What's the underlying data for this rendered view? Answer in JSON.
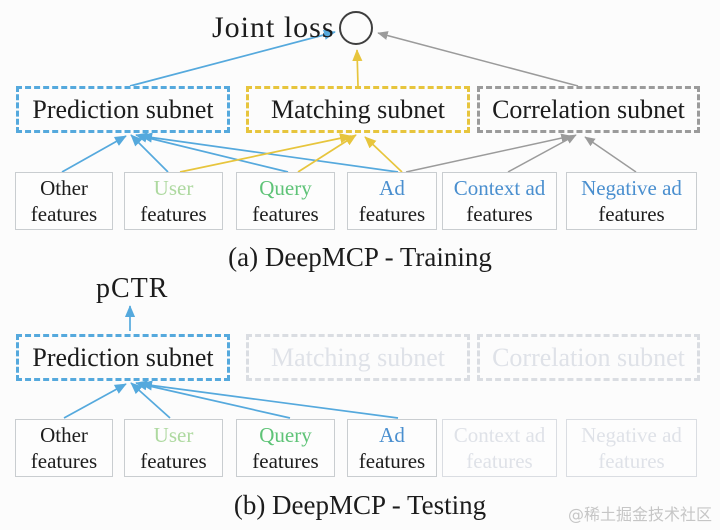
{
  "labels": {
    "joint_loss": "Joint loss",
    "pctr": "pCTR",
    "features_word": "features",
    "caption_training": "(a) DeepMCP - Training",
    "caption_testing": "(b) DeepMCP - Testing"
  },
  "subnets": [
    {
      "label": "Prediction subnet",
      "color": "#55a9dd"
    },
    {
      "label": "Matching subnet",
      "color": "#e7c53d"
    },
    {
      "label": "Correlation subnet",
      "color": "#9b9b9b"
    }
  ],
  "features": [
    {
      "name": "Other",
      "name_color": "#1c1c1c"
    },
    {
      "name": "User",
      "name_color": "#aed9a0"
    },
    {
      "name": "Query",
      "name_color": "#5ec377"
    },
    {
      "name": "Ad",
      "name_color": "#4a8fcf"
    },
    {
      "name": "Context ad",
      "name_color": "#4a8fcf"
    },
    {
      "name": "Negative ad",
      "name_color": "#4a8fcf"
    }
  ],
  "connections": {
    "joint_loss_inputs": [
      "Prediction subnet",
      "Matching subnet",
      "Correlation subnet"
    ],
    "prediction_inputs": [
      "Other features",
      "User features",
      "Query features",
      "Ad features"
    ],
    "matching_inputs": [
      "User features",
      "Query features",
      "Ad features"
    ],
    "correlation_inputs": [
      "Ad features",
      "Context ad features",
      "Negative ad features"
    ],
    "pctr_source": "Prediction subnet",
    "testing_inactive": [
      "Matching subnet",
      "Correlation subnet",
      "Context ad features",
      "Negative ad features"
    ]
  },
  "watermark": "@稀土掘金技术社区",
  "colors": {
    "blue": "#55a9dd",
    "gold": "#e7c53d",
    "gray": "#9b9b9b",
    "ink": "#1c1c1c",
    "circle": "#3f3f3f",
    "box-border": "#c9cdd0",
    "faded": "#dfe2e8",
    "faded-border": "#dadde2",
    "watermark": "#c6c6c6"
  }
}
